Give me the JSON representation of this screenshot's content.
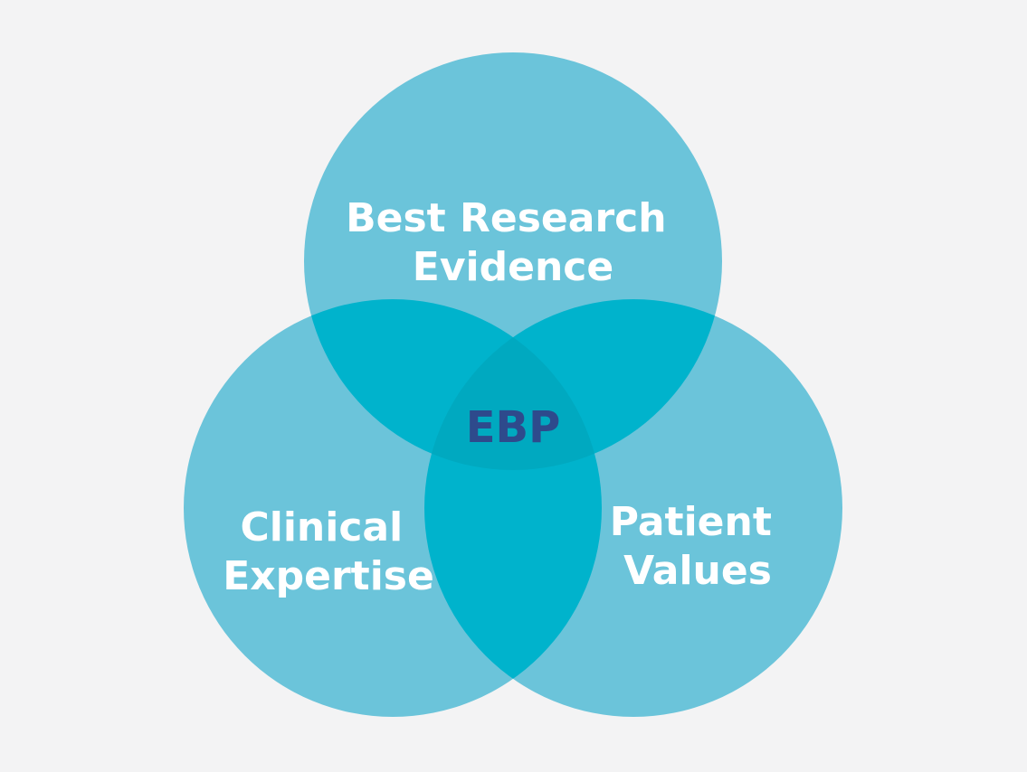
{
  "diagram": {
    "type": "venn",
    "colors": {
      "background": "#f3f3f4",
      "circle": "#6bc4da",
      "overlap": "#00b3cc",
      "center_overlap": "#00a9c0",
      "label": "#ffffff",
      "center_label": "#2e4a8c"
    },
    "sets": {
      "top": {
        "lines": [
          "Best Research",
          "Evidence"
        ]
      },
      "left": {
        "lines": [
          "Clinical",
          "Expertise"
        ]
      },
      "right": {
        "lines": [
          "Patient",
          "Values"
        ]
      }
    },
    "center": {
      "label": "EBP"
    }
  }
}
